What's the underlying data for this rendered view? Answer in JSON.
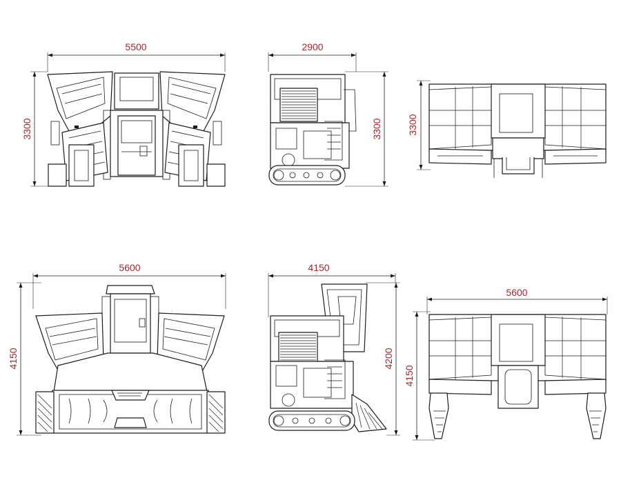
{
  "drawing": {
    "views": [
      {
        "id": "front-transport",
        "width_label": "5500",
        "height_label": "3300"
      },
      {
        "id": "side-transport",
        "width_label": "2900",
        "height_label": "3300"
      },
      {
        "id": "top-transport",
        "height_label": "3300"
      },
      {
        "id": "front-working",
        "width_label": "5600",
        "height_label": "4150"
      },
      {
        "id": "side-working",
        "width_label": "4150",
        "height_label": "4200"
      },
      {
        "id": "top-working",
        "width_label": "5600",
        "height_label": "4150"
      }
    ],
    "colors": {
      "dimension_text": "#a4262a",
      "line": "#1a1a1a",
      "background": "#ffffff"
    }
  }
}
